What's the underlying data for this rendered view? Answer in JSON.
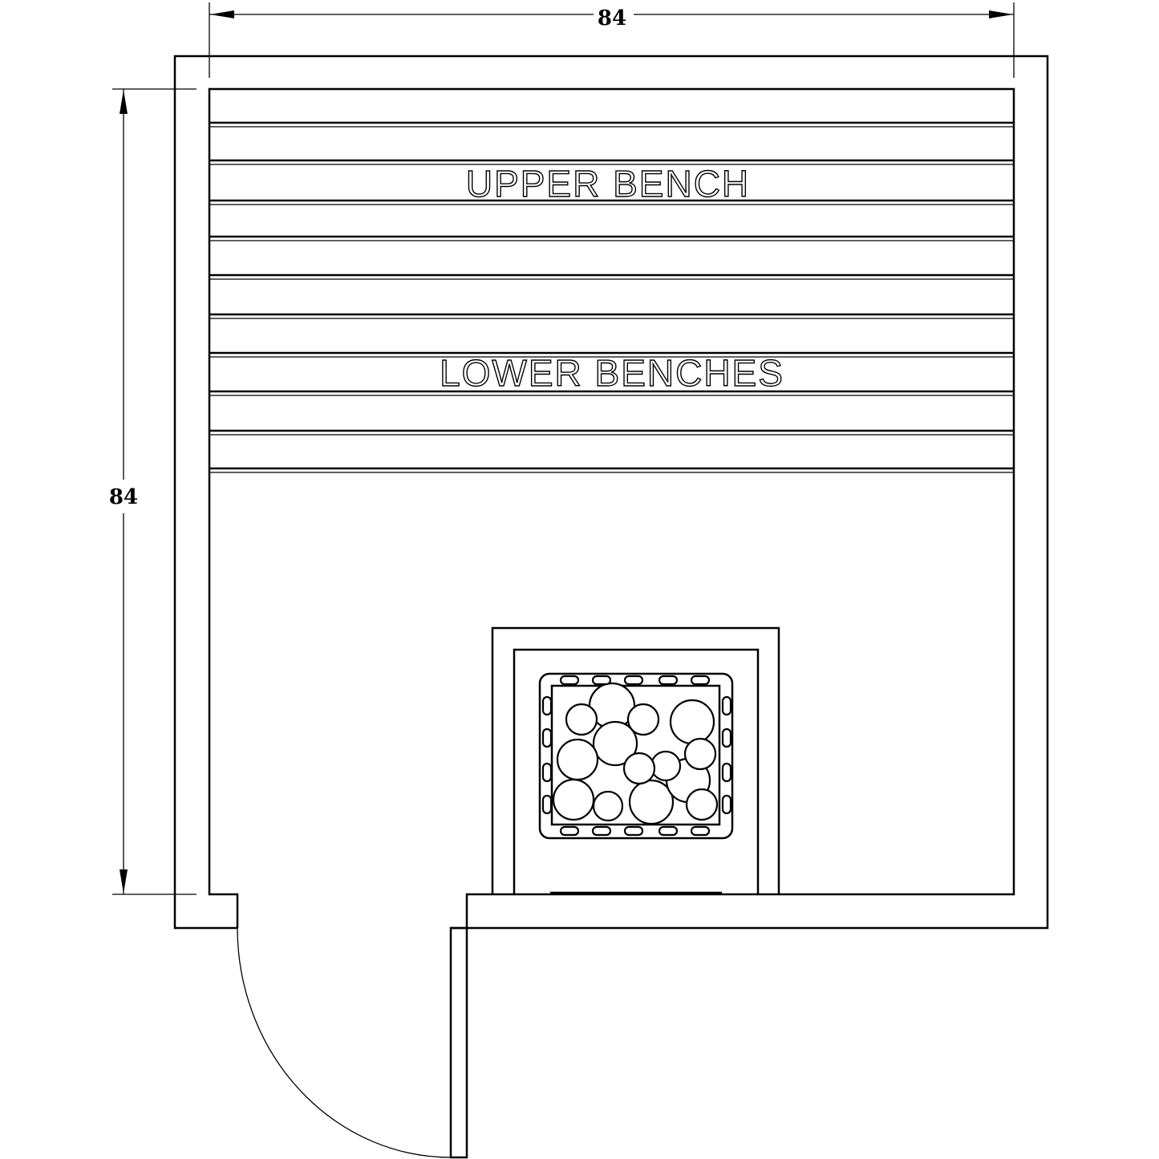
{
  "dimensions": {
    "width_label": "84",
    "depth_label": "84"
  },
  "labels": {
    "upper_bench": "UPPER BENCH",
    "lower_benches": "LOWER BENCHES"
  },
  "colors": {
    "line": "#000000",
    "background": "#ffffff"
  }
}
